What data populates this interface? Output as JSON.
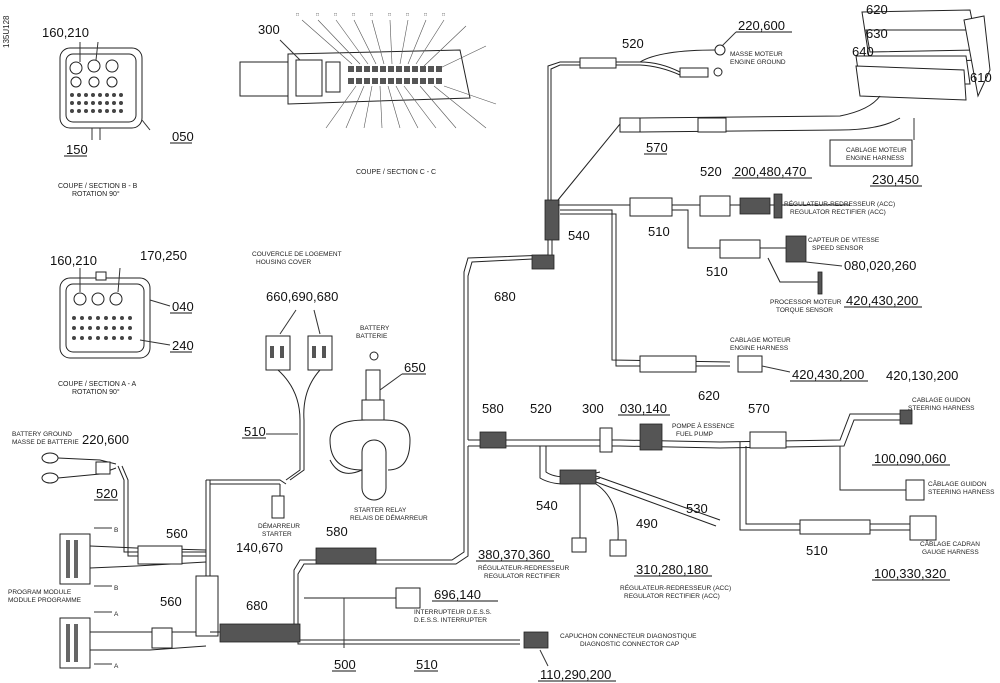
{
  "side_code": "135U128",
  "views": {
    "section_b": {
      "title": "COUPE / SECTION B - B",
      "subtitle": "ROTATION 90°"
    },
    "section_a": {
      "title": "COUPE / SECTION A - A",
      "subtitle": "ROTATION 90°"
    },
    "section_c": {
      "title": "COUPE / SECTION C - C"
    }
  },
  "callouts": {
    "c160_210_b": "160,210",
    "c050": "050",
    "c150": "150",
    "c300_top": "300",
    "c160_210_a": "160,210",
    "c170_260": "170,250",
    "c040": "040",
    "c240": "240",
    "c520_top": "520",
    "c220_600_top": "220,600",
    "c620": "620",
    "c630": "630",
    "c640": "640",
    "c610": "610",
    "c570_top": "570",
    "c230_450": "230,450",
    "c520_mid": "520",
    "c200_480_470": "200,480,470",
    "c540_top": "540",
    "c510_a": "510",
    "c510_b": "510",
    "c080": "080,020,260",
    "c420_430_200_a": "420,430,200",
    "c680_mid": "680",
    "c620_low": "620",
    "c420_430_200_b": "420,430,200",
    "c420_130_200": "420,130,200",
    "c660": "660,690,680",
    "c650": "650",
    "c510_left": "510",
    "c220_600_left": "220,600",
    "c520_left": "520",
    "c580_a": "580",
    "c520_b": "520",
    "c300_b": "300",
    "c030_140": "030,140",
    "c570_b": "570",
    "c100_090_060": "100,090,060",
    "c540_b": "540",
    "c490": "490",
    "c530": "530",
    "c560_a": "560",
    "c140_670": "140,670",
    "c580_b": "580",
    "c380": "380,370,360",
    "c310": "310,280,180",
    "c510_c": "510",
    "c100_330_320": "100,330,320",
    "c560_b": "560",
    "c680_b": "680",
    "c696": "696,140",
    "c500": "500",
    "c510_d": "510",
    "c110": "110,290,200"
  },
  "labels": {
    "masse_moteur": "MASSE MOTEUR",
    "engine_ground": "ENGINE GROUND",
    "cablage_moteur_top": "CABLAGE MOTEUR",
    "engine_harness_top": "ENGINE HARNESS",
    "regulateur_1": "RÉGULATEUR-REDRESSEUR (ACC)",
    "regulator_1": "REGULATOR RECTIFIER (ACC)",
    "capteur_vitesse": "CAPTEUR DE VITESSE",
    "speed_sensor": "SPEED SENSOR",
    "capteur_mph": "PROCESSOR MOTEUR",
    "mph_sensor": "TORQUE SENSOR",
    "cablage_moteur_mid": "CABLAGE MOTEUR",
    "engine_harness_mid": "ENGINE HARNESS",
    "cablage_guidon": "CABLAGE GUIDON",
    "steering_harness_a": "STEERING HARNESS",
    "couvercle": "COUVERCLE DE LOGEMENT",
    "housing_cover": "HOUSING COVER",
    "battery_fr": "BATTERY",
    "battery_en": "BATTERIE",
    "battery_ground": "BATTERY GROUND",
    "masse_batterie": "MASSE DE BATTERIE",
    "pompe_essence": "POMPE À ESSENCE",
    "fuel_pump": "FUEL PUMP",
    "cablage_guidon_b": "CÂBLAGE GUIDON",
    "steering_harness_b": "STEERING HARNESS",
    "demarreur": "DÉMARREUR",
    "starter": "STARTER",
    "starter_relay": "STARTER RELAY",
    "relais_demarreur": "RELAIS DE DÉMARREUR",
    "regulateur_2": "RÉGULATEUR-REDRESSEUR",
    "regulator_2": "REGULATOR RECTIFIER",
    "regulateur_3": "RÉGULATEUR-REDRESSEUR (ACC)",
    "regulator_3": "REGULATOR RECTIFIER (ACC)",
    "cablage_cadran": "CÂBLAGE CADRAN",
    "gauge_harness": "GAUGE HARNESS",
    "programme_module": "PROGRAM MODULE",
    "module_programme": "MODULE PROGRAMME",
    "interrupteur": "INTERRUPTEUR D.E.S.S.",
    "dess_switch": "D.E.S.S. INTERRUPTER",
    "capuchon": "CAPUCHON CONNECTEUR DIAGNOSTIQUE",
    "diag_cap": "DIAGNOSTIC CONNECTOR CAP"
  },
  "markers": {
    "b": "B",
    "a": "A"
  }
}
